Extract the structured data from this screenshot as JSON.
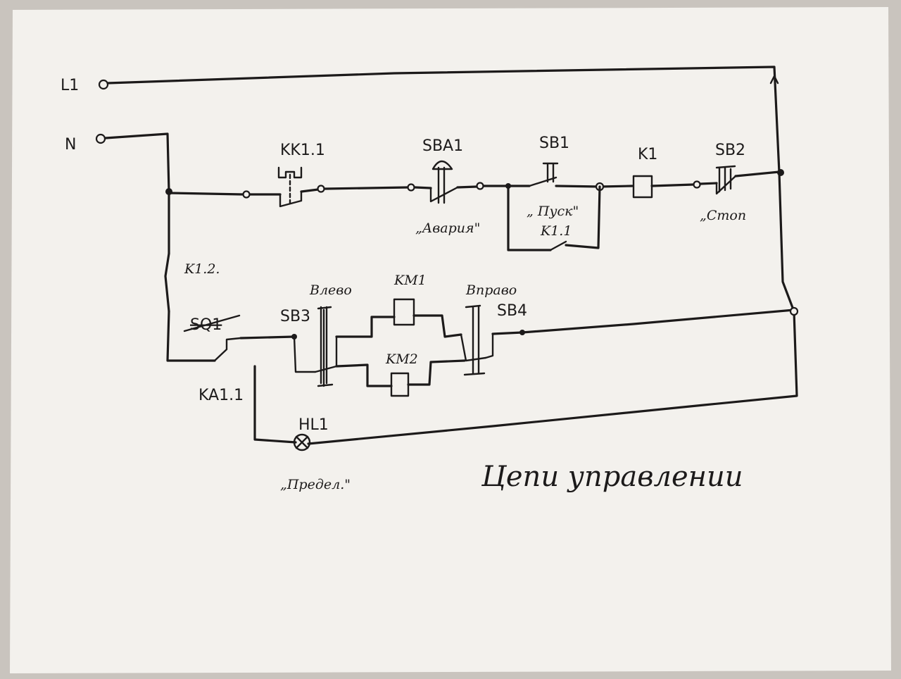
{
  "diagram": {
    "title": "Цепи управлении",
    "supply": {
      "phase_label": "L1",
      "neutral_label": "N"
    },
    "components": {
      "kk11": {
        "label": "KK1.1"
      },
      "sba1": {
        "label": "SBA1",
        "caption": "„Авария\""
      },
      "sb1": {
        "label": "SB1",
        "caption": "„ Пуск\""
      },
      "k11": {
        "label": "K1.1"
      },
      "k1": {
        "label": "K1"
      },
      "sb2": {
        "label": "SB2",
        "caption": "„Стоп"
      },
      "k12": {
        "label": "K1.2."
      },
      "sq1": {
        "label": "SQ1"
      },
      "ka11": {
        "label": "KA1.1"
      },
      "sb3": {
        "label": "SB3",
        "caption": "Влево"
      },
      "km1": {
        "label": "KM1"
      },
      "km2": {
        "label": "KM2"
      },
      "sb4": {
        "label": "SB4",
        "caption": "Вправо"
      },
      "hl1": {
        "label": "HL1",
        "caption": "„Предел.\""
      }
    }
  },
  "colors": {
    "paper": "#f3f1ed",
    "ink": "#1c1a1a",
    "background": "#c9c4be"
  }
}
